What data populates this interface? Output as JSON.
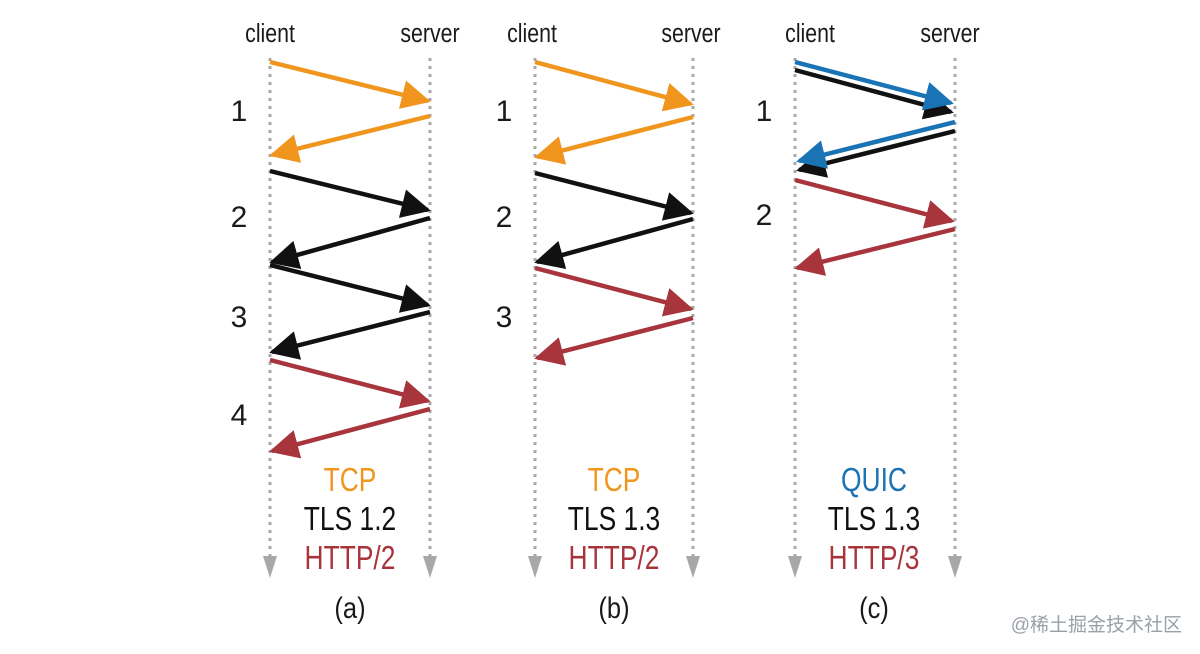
{
  "colors": {
    "tcp": "#F0961E",
    "quic": "#1A73B5",
    "http": "#A8343C",
    "tls": "#111111",
    "timeline": "#A8A8A8",
    "text": "#1a1a1a",
    "watermark": "#9aa0a6"
  },
  "panels": [
    {
      "client_label": "client",
      "server_label": "server",
      "rounds": [
        "1",
        "2",
        "3",
        "4"
      ],
      "protocol_lines": [
        {
          "text": "TCP",
          "color_key": "tcp"
        },
        {
          "text": "TLS 1.2",
          "color_key": "tls"
        },
        {
          "text": "HTTP/2",
          "color_key": "http"
        }
      ],
      "caption": "(a)"
    },
    {
      "client_label": "client",
      "server_label": "server",
      "rounds": [
        "1",
        "2",
        "3"
      ],
      "protocol_lines": [
        {
          "text": "TCP",
          "color_key": "tcp"
        },
        {
          "text": "TLS 1.3",
          "color_key": "tls"
        },
        {
          "text": "HTTP/2",
          "color_key": "http"
        }
      ],
      "caption": "(b)"
    },
    {
      "client_label": "client",
      "server_label": "server",
      "rounds": [
        "1",
        "2"
      ],
      "protocol_lines": [
        {
          "text": "QUIC",
          "color_key": "quic"
        },
        {
          "text": "TLS 1.3",
          "color_key": "tls"
        },
        {
          "text": "HTTP/3",
          "color_key": "http"
        }
      ],
      "caption": "(c)"
    }
  ],
  "watermark": "@稀土掘金技术社区"
}
